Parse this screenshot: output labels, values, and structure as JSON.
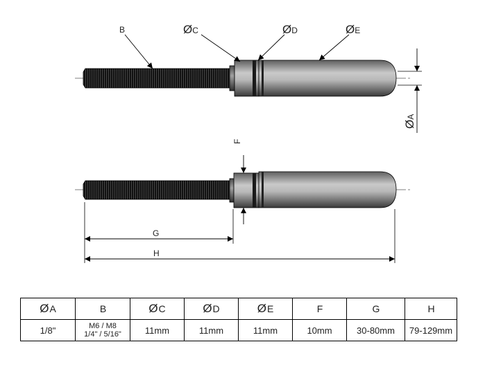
{
  "drawing": {
    "labels": {
      "b": "B",
      "c": "C",
      "d": "D",
      "e": "E",
      "a": "A",
      "f": "F",
      "g": "G",
      "h": "H"
    },
    "diameter_symbol": "Ø"
  },
  "table": {
    "headers": [
      {
        "sym": "Ø",
        "label": "A"
      },
      {
        "sym": "",
        "label": "B"
      },
      {
        "sym": "Ø",
        "label": "C"
      },
      {
        "sym": "Ø",
        "label": "D"
      },
      {
        "sym": "Ø",
        "label": "E"
      },
      {
        "sym": "",
        "label": "F"
      },
      {
        "sym": "",
        "label": "G"
      },
      {
        "sym": "",
        "label": "H"
      }
    ],
    "values": {
      "a": "1/8\"",
      "b_line1": "M6 / M8",
      "b_line2": "1/4\" / 5/16\"",
      "c": "11mm",
      "d": "11mm",
      "e": "11mm",
      "f": "10mm",
      "g": "30-80mm",
      "h": "79-129mm"
    }
  }
}
